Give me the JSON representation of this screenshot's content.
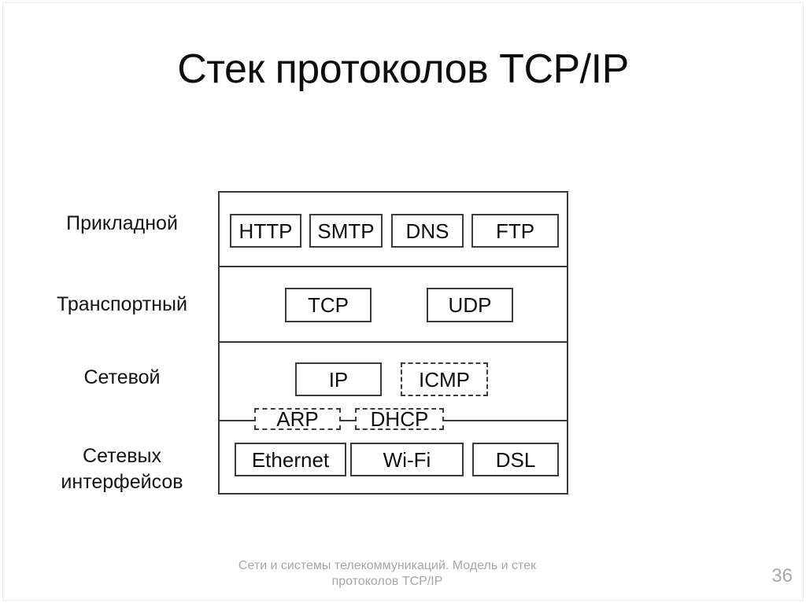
{
  "slide": {
    "title": "Стек протоколов TCP/IP",
    "footer_text": "Сети и системы телекоммуникаций. Модель и стек протоколов TCP/IP",
    "page_number": "36"
  },
  "colors": {
    "text": "#111111",
    "line": "#3a3a3a",
    "muted_gray": "#a6a6a6",
    "background": "#ffffff"
  },
  "diagram": {
    "type": "protocol-stack",
    "layers": [
      {
        "label": "Прикладной",
        "boxes": [
          {
            "label": "HTTP",
            "border": "solid"
          },
          {
            "label": "SMTP",
            "border": "solid"
          },
          {
            "label": "DNS",
            "border": "solid"
          },
          {
            "label": "FTP",
            "border": "solid"
          }
        ]
      },
      {
        "label": "Транспортный",
        "boxes": [
          {
            "label": "TCP",
            "border": "solid"
          },
          {
            "label": "UDP",
            "border": "solid"
          }
        ]
      },
      {
        "label": "Сетевой",
        "boxes": [
          {
            "label": "IP",
            "border": "solid"
          },
          {
            "label": "ICMP",
            "border": "dashed"
          }
        ]
      },
      {
        "label": "Сетевых интерфейсов",
        "boxes": [
          {
            "label": "Ethernet",
            "border": "solid"
          },
          {
            "label": "Wi-Fi",
            "border": "solid"
          },
          {
            "label": "DSL",
            "border": "solid"
          }
        ]
      }
    ],
    "boundary_boxes": [
      {
        "label": "ARP",
        "border": "dashed",
        "position": "between network and interface layers"
      },
      {
        "label": "DHCP",
        "border": "dashed",
        "position": "between network and interface layers"
      }
    ]
  }
}
